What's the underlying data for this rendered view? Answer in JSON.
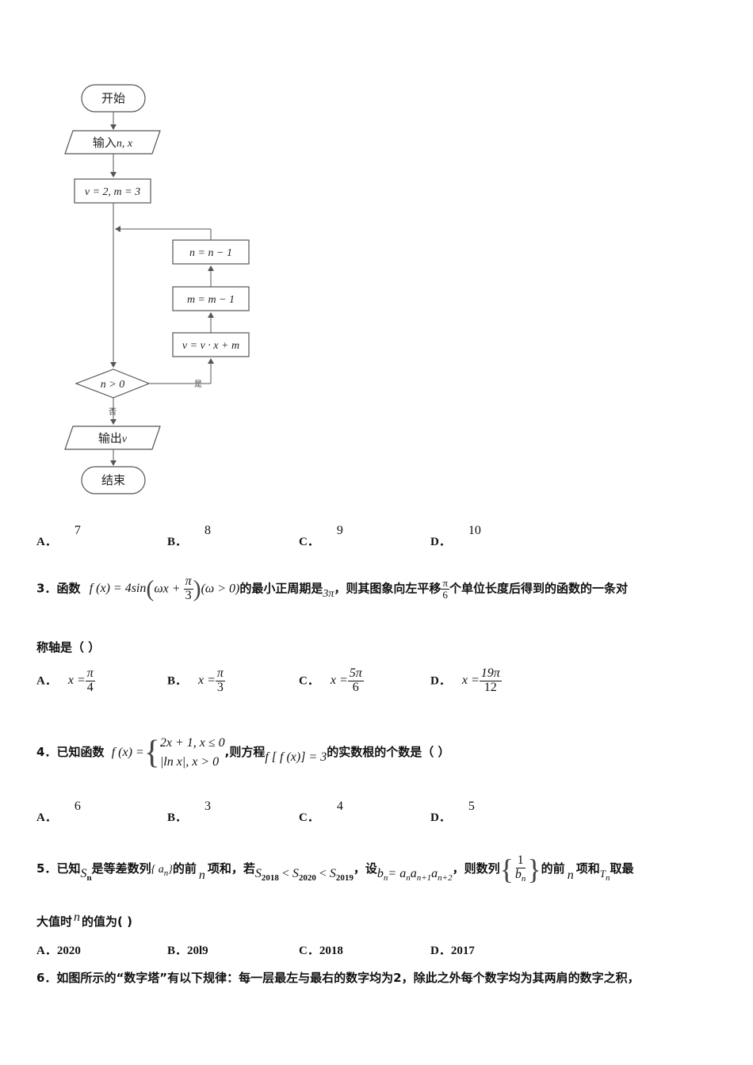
{
  "flowchart": {
    "start": "开始",
    "input_label": "输入",
    "input_vars": "n, x",
    "init": "v = 2, m = 3",
    "step_n": "n = n − 1",
    "step_m": "m = m − 1",
    "step_v": "v = v · x + m",
    "condition": "n > 0",
    "yes": "是",
    "no": "否",
    "output_label": "输出",
    "output_var": "v",
    "end": "结束"
  },
  "q2": {
    "options": [
      {
        "label": "A．",
        "value": "7"
      },
      {
        "label": "B．",
        "value": "8"
      },
      {
        "label": "C．",
        "value": "9"
      },
      {
        "label": "D．",
        "value": "10"
      }
    ]
  },
  "q3": {
    "number": "3．",
    "t1": "函数",
    "func": "f (x) = 4sin",
    "inner": "ωx + ",
    "pi": "π",
    "three": "3",
    "cond": "(ω > 0)",
    "t2": "的最小正周期是",
    "period": "3π",
    "t3": "，则其图象向左平移",
    "six": "6",
    "t4": "个单位长度后得到的函数的一条对",
    "t5": "称轴是（ ）",
    "x_eq": "x =",
    "options": [
      {
        "label": "A．",
        "num": "π",
        "den": "4"
      },
      {
        "label": "B．",
        "num": "π",
        "den": "3"
      },
      {
        "label": "C．",
        "num": "5π",
        "den": "6"
      },
      {
        "label": "D．",
        "num": "19π",
        "den": "12"
      }
    ]
  },
  "q4": {
    "number": "4．",
    "t1": "已知函数",
    "func": "f (x) =",
    "case1": "2x + 1, x ≤ 0",
    "case2": "|ln x|, x > 0",
    "t2": ",则方程",
    "eq": "f [ f (x)] = 3",
    "t3": "的实数根的个数是（   ）",
    "options": [
      {
        "label": "A．",
        "value": "6"
      },
      {
        "label": "B．",
        "value": "3"
      },
      {
        "label": "C．",
        "value": "4"
      },
      {
        "label": "D．",
        "value": "5"
      }
    ]
  },
  "q5": {
    "number": "5．",
    "t1": "已知",
    "S": "S",
    "n": "n",
    "t2": "是等差数列",
    "an": "{ a",
    "t3": "的前",
    "t4": "项和，若",
    "ineq_S2018": "2018",
    "ineq_S2020": "2020",
    "ineq_S2019": "2019",
    "t5": "，设",
    "bn_def": "b",
    "bn_rhs": "= a",
    "sub_n1": "n+1",
    "sub_n2": "n+2",
    "t6": "，则数列",
    "one": "1",
    "t7": "的前",
    "t8": "项和",
    "T": "T",
    "t9": "取最",
    "t10": "大值时",
    "t11": "的值为(    )",
    "options": [
      {
        "label": "A．",
        "value": "2020"
      },
      {
        "label": "B．",
        "value": "20l9"
      },
      {
        "label": "C．",
        "value": "2018"
      },
      {
        "label": "D．",
        "value": "2017"
      }
    ]
  },
  "q6": {
    "text": "6．如图所示的“数字塔”有以下规律：每一层最左与最右的数字均为2，除此之外每个数字均为其两肩的数字之积，"
  }
}
